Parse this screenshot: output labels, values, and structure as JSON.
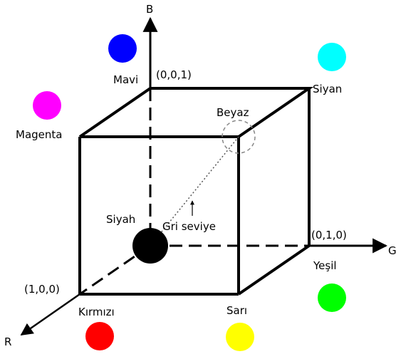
{
  "axes": {
    "b": "B",
    "g": "G",
    "r": "R"
  },
  "labels": {
    "mavi": "Mavi",
    "mavi_coord": "(0,0,1)",
    "siyan": "Siyan",
    "magenta": "Magenta",
    "beyaz": "Beyaz",
    "siyah": "Siyah",
    "gri": "Gri seviye",
    "yesil_coord": "(0,1,0)",
    "yesil": "Yeşil",
    "kirmizi_coord": "(1,0,0)",
    "kirmizi": "Kırmızı",
    "sari": "Sarı"
  },
  "colors": {
    "blue": "#0000ff",
    "cyan": "#00ffff",
    "magenta": "#ff00ff",
    "green": "#00ff00",
    "red": "#ff0000",
    "yellow": "#ffff00",
    "black": "#000000"
  }
}
